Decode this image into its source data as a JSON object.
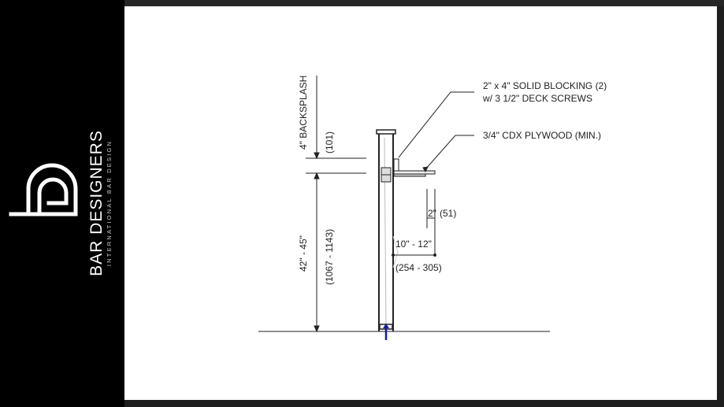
{
  "brand": {
    "name": "BAR DESIGNERS",
    "tagline": "INTERNATIONAL BAR DESIGN",
    "logo_icon": "bd-logo-icon"
  },
  "drawing": {
    "type": "bar die wall section detail",
    "dimensions": {
      "backsplash_label": "4\" BACKSPLASH",
      "backsplash_metric": "(101)",
      "height_label": "42\" - 45\"",
      "height_metric": "(1067 - 1143)",
      "overhang_small_label": "2\"",
      "overhang_small_metric": "(51)",
      "overhang_label": "10\" - 12\"",
      "overhang_metric": "(254 - 305)"
    },
    "callouts": {
      "blocking_line1": "2\" x 4\" SOLID BLOCKING (2)",
      "blocking_line2": "w/ 3 1/2\" DECK SCREWS",
      "plywood": "3/4\" CDX PLYWOOD (MIN.)"
    },
    "colors": {
      "line": "#222222",
      "anchor": "#1a1aa0",
      "background": "#ffffff",
      "panel": "#000000"
    }
  }
}
